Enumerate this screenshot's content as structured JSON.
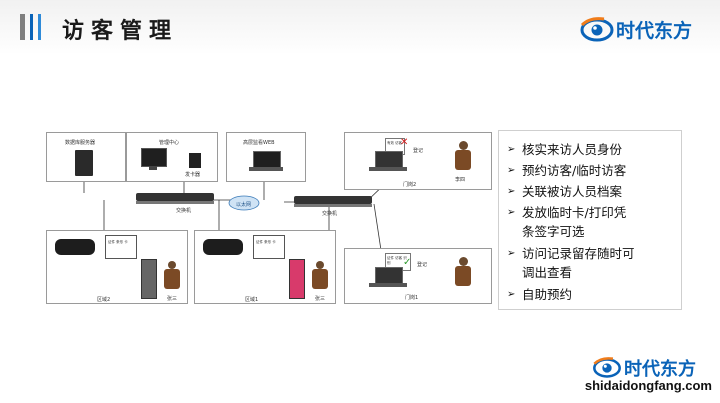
{
  "header": {
    "title": "访客管理",
    "accent_colors": [
      "#7f7f7f",
      "#0a63b8",
      "#2e8ad8"
    ]
  },
  "logo": {
    "text": "时代东方",
    "icon": "eye-logo-icon"
  },
  "diagram": {
    "db_server": "数据库服务器",
    "mgmt_center": "管理中心",
    "card_issuer": "发卡器",
    "hd_monitor": "高层监看WEB",
    "switch_a": "交换机",
    "switch_b": "交换机",
    "lan": "以太网",
    "gate2": "门岗2",
    "gate1": "门岗1",
    "region2": "区域2",
    "region1": "区域1",
    "person_lisi": "李四",
    "person_zhangsan_a": "张三",
    "person_zhangsan_b": "张三",
    "register_a": "登记",
    "register_b": "登记",
    "form_a": "有效 访客",
    "form_b": "证件 访客 识别",
    "screen_a": "证件 条形 卡",
    "screen_b": "证件 条形 卡"
  },
  "bullets": [
    "核实来访人员身份",
    "预约访客/临时访客",
    "关联被访人员档案",
    "发放临时卡/打印凭",
    "条签字可选",
    "访问记录留存随时可",
    "调出查看",
    "自助预约"
  ],
  "bullet_arrow": "➢",
  "footer": {
    "logo_text": "时代东方",
    "url": "shidaidongfang.com"
  }
}
